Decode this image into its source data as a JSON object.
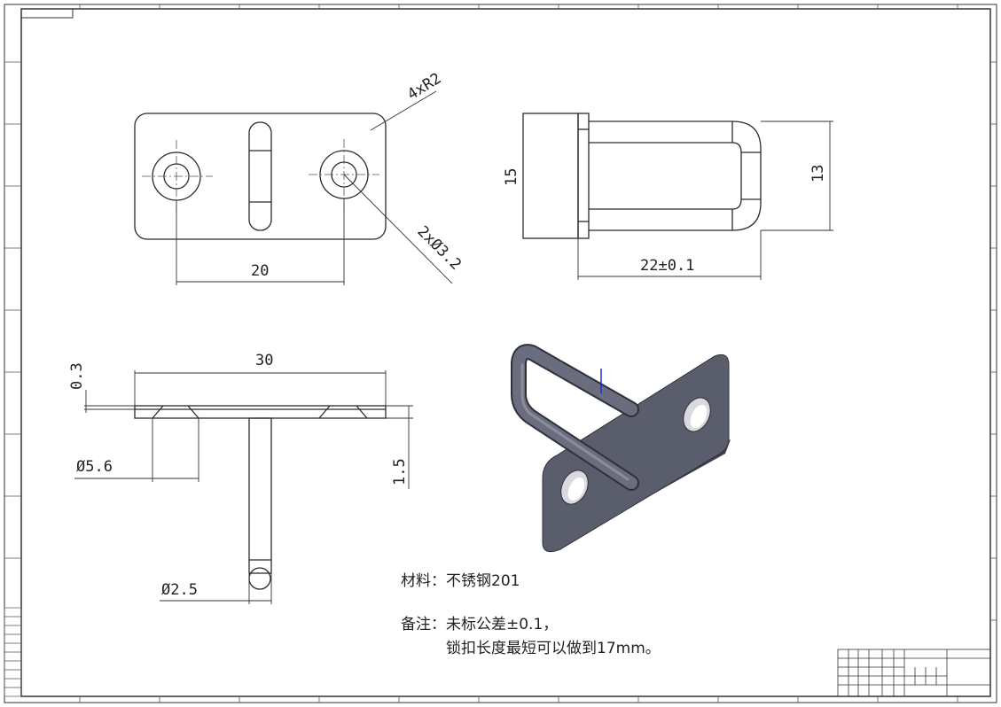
{
  "dimensions": {
    "corner_radius": "4xR2",
    "hole_spacing": "20",
    "hole_diameter": "2xØ3.2",
    "plate_width": "15",
    "loop_width": "13",
    "loop_length": "22±0.1",
    "plate_length": "30",
    "plate_thickness": "0.3",
    "countersink_diameter": "Ø5.6",
    "rod_diameter": "Ø2.5",
    "side_height": "1.5"
  },
  "notes": {
    "material": "材料：不锈钢201",
    "remark_line1": "备注：未标公差±0.1，",
    "remark_line2": "锁扣长度最短可以做到17mm。"
  },
  "colors": {
    "line": "#2b2b2b",
    "part_fill": "#5a5d6c",
    "part_dark": "#3f4150",
    "part_light": "#8a8d9c"
  }
}
